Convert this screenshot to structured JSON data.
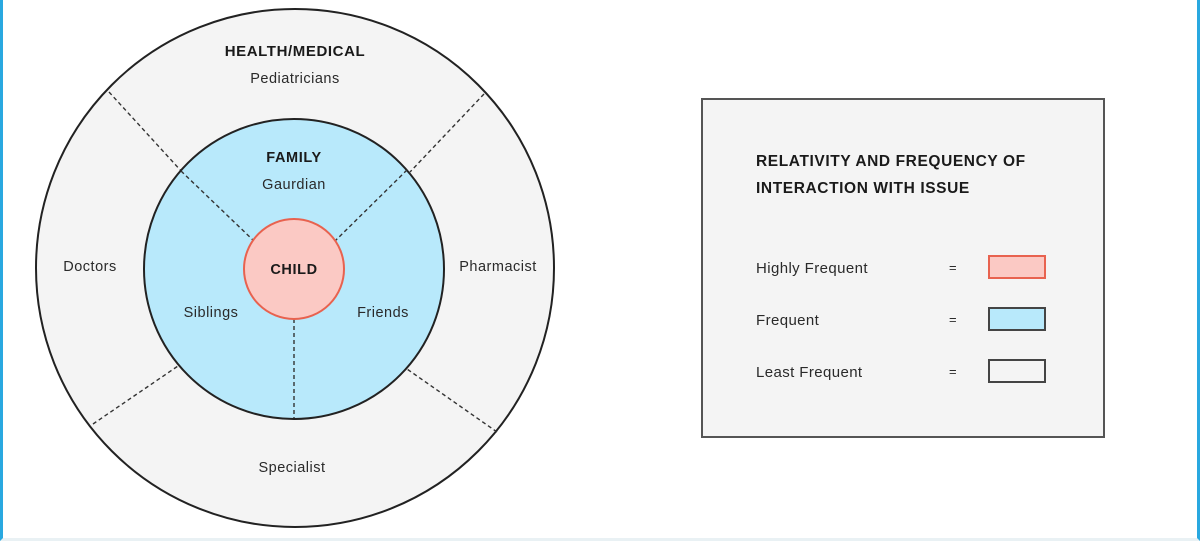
{
  "diagram": {
    "outer_ring": {
      "heading": "HEALTH/MEDICAL",
      "top": "Pediatricians",
      "left": "Doctors",
      "right": "Pharmacist",
      "bottom": "Specialist"
    },
    "middle_ring": {
      "heading": "FAMILY",
      "top": "Gaurdian",
      "left": "Siblings",
      "right": "Friends"
    },
    "center": "CHILD"
  },
  "legend": {
    "title_line1": "RELATIVITY AND FREQUENCY OF",
    "title_line2": "INTERACTION WITH ISSUE",
    "items": [
      {
        "label": "Highly Frequent",
        "equals": "=",
        "color": "#fbc9c4",
        "border": "#e8624f"
      },
      {
        "label": "Frequent",
        "equals": "=",
        "color": "#b8e9fb",
        "border": "#333333"
      },
      {
        "label": "Least Frequent",
        "equals": "=",
        "color": "#f4f4f4",
        "border": "#333333"
      }
    ]
  },
  "colors": {
    "outer_fill": "#f4f4f4",
    "frequent_fill": "#b8e9fb",
    "highly_frequent_fill": "#fbc9c4",
    "highly_frequent_stroke": "#e8624f",
    "accent_border": "#29a8e0"
  }
}
